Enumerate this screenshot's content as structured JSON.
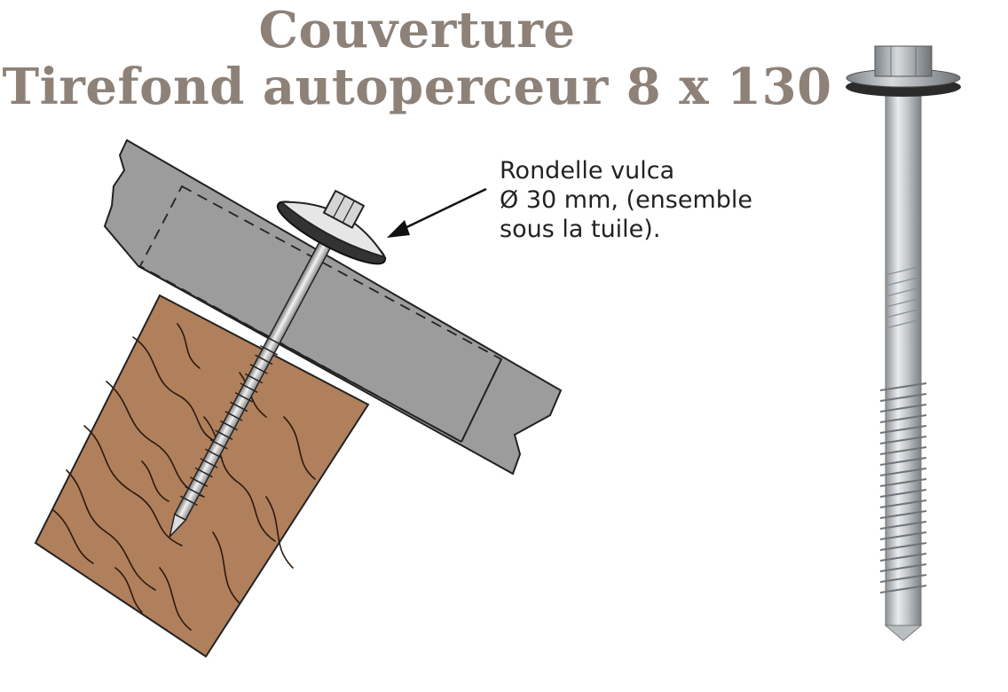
{
  "title": {
    "line1": "Couverture",
    "line2": "Tirefond autoperceur 8 x 130"
  },
  "callout": {
    "line1": "Rondelle vulca",
    "line2": "Ø 30 mm, (ensemble",
    "line3": "sous la tuile)."
  },
  "colors": {
    "title": "#8e8178",
    "wood": "#b07f5b",
    "sheet": "#9c9c9c",
    "metal": "#c9cdd0"
  }
}
